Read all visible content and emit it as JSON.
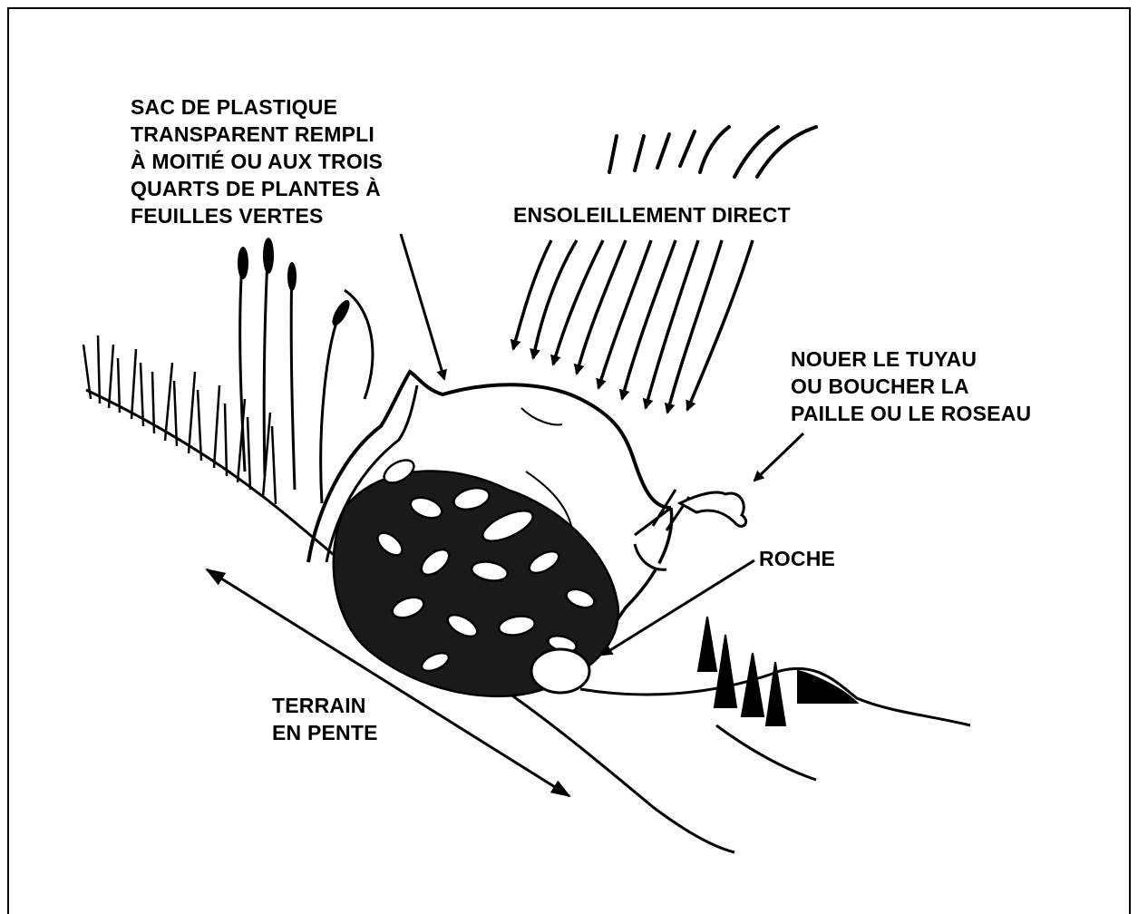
{
  "labels": {
    "sac": [
      "SAC DE PLASTIQUE",
      "TRANSPARENT REMPLI",
      "À MOITIÉ OU AUX TROIS",
      "QUARTS DE PLANTES À",
      "FEUILLES VERTES"
    ],
    "soleil": [
      "ENSOLEILLEMENT DIRECT"
    ],
    "nouer": [
      "NOUER LE TUYAU",
      "OU BOUCHER LA",
      "PAILLE OU LE ROSEAU"
    ],
    "roche": [
      "ROCHE"
    ],
    "terrain": [
      "TERRAIN",
      "EN PENTE"
    ]
  },
  "colors": {
    "ink": "#000000",
    "paper": "#ffffff"
  }
}
